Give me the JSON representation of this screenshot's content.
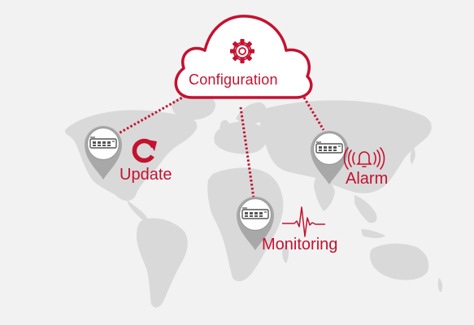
{
  "diagram": {
    "hub": {
      "label": "Configuration",
      "icon": "gear-icon"
    },
    "sites": [
      {
        "label": "Update",
        "icon": "refresh-icon",
        "device": "network-switch-icon"
      },
      {
        "label": "Alarm",
        "icon": "alarm-bell-icon",
        "device": "network-switch-icon"
      },
      {
        "label": "Monitoring",
        "icon": "heartbeat-icon",
        "device": "network-switch-icon"
      }
    ]
  },
  "colors": {
    "accent": "#c41230",
    "map": "#d9d9d9",
    "background": "#f2f2f2",
    "pin": "#a8a8a8"
  }
}
